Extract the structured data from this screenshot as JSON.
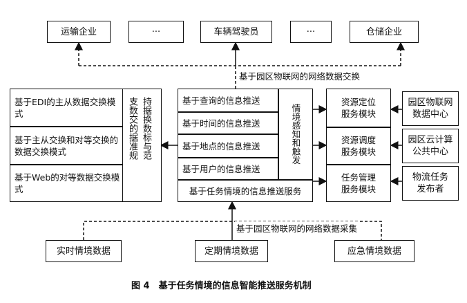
{
  "top_row": {
    "transport": "运输企业",
    "ellipsis_1": "···",
    "driver": "车辆驾驶员",
    "ellipsis_2": "···",
    "warehouse": "仓储企业"
  },
  "top_exchange_label": "基于园区物联网的网络数据交换",
  "left_group": {
    "items": [
      "基于EDI的主从数据交换模式",
      "基于主从交换和对等交换的数据交换模式",
      "基于Web的对等数据交换模式"
    ],
    "standard_col1": "支数交的据准规",
    "standard_col2": "持据换数标与范"
  },
  "center_group": {
    "items": [
      "基于查询的信息推送",
      "基于时间的信息推送",
      "基于地点的信息推送",
      "基于用户的信息推送"
    ],
    "trigger": "情境感知和触发",
    "service": "基于任务情境的信息推送服务"
  },
  "modules": {
    "items": [
      "资源定位服务模块",
      "资源调度服务模块",
      "任务管理服务模块"
    ]
  },
  "right_sources": {
    "items": [
      "园区物联网数据中心",
      "园区云计算公共中心",
      "物流任务发布者"
    ]
  },
  "bottom_collect_label": "基于园区物联网的网络数据采集",
  "bottom_row": {
    "realtime": "实时情境数据",
    "periodic": "定期情境数据",
    "emergency": "应急情境数据"
  },
  "caption": "图 4　基于任务情境的信息智能推送服务机制"
}
